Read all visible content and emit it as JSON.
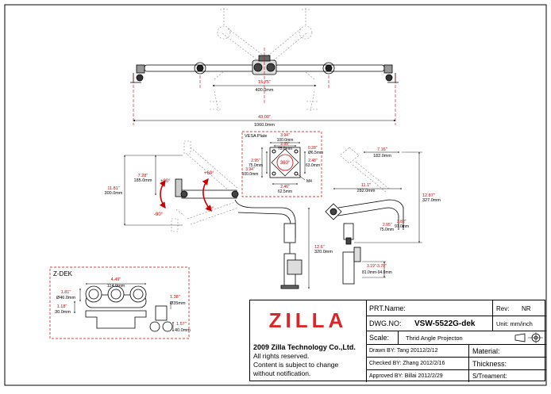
{
  "top_view": {
    "dims": [
      {
        "inch": "15.75\"",
        "mm": "400.0mm"
      },
      {
        "inch": "43.00\"",
        "mm": "1060.0mm"
      }
    ]
  },
  "vesa": {
    "title": "VESA Plate",
    "angle": "360°",
    "dims": {
      "d1": {
        "inch": "3.94\"",
        "mm": "100.0mm"
      },
      "d2": {
        "inch": "2.95\"",
        "mm": "75.0mm"
      },
      "d3": {
        "inch": "0.28\"",
        "mm": "Ø6.5mm"
      },
      "d4": {
        "inch": "2.95\"",
        "mm": "75.0mm"
      },
      "d5": {
        "inch": "3.94\"",
        "mm": "100.0mm"
      },
      "d6": {
        "inch": "2.48\"",
        "mm": "63.0mm"
      },
      "d7": {
        "inch": "2.46\"",
        "mm": "62.5mm"
      }
    },
    "screw": "M4"
  },
  "side_view": {
    "dims": {
      "arm_h": {
        "inch": "7.28\"",
        "mm": "185.0mm"
      },
      "total_h": {
        "inch": "11.81\"",
        "mm": "300.0mm"
      },
      "pole": {
        "inch": "12.6\"",
        "mm": "320.0mm"
      }
    },
    "angles": [
      "+90°",
      "-90°",
      "+60°",
      "-30°"
    ]
  },
  "right_view": {
    "dims": {
      "top": {
        "inch": "7.16\"",
        "mm": "182.0mm"
      },
      "reach": {
        "inch": "11.1\"",
        "mm": "282.0mm"
      },
      "height": {
        "inch": "12.87\"",
        "mm": "327.0mm"
      },
      "d4": {
        "inch": "2.95\"",
        "mm": "75.0mm"
      },
      "d5": {
        "inch": "3.82\"",
        "mm": "97.0mm"
      },
      "clamp": {
        "inch": "3.19\"-3.70\"",
        "mm": "81.0mm-94.0mm"
      }
    }
  },
  "zdek": {
    "title": "Z-DEK",
    "dims": {
      "a": {
        "inch": "4.49\"",
        "mm": "114.0mm"
      },
      "b": {
        "inch": "1.81\"",
        "mm": "Ø46.0mm"
      },
      "c": {
        "inch": "1.18\"",
        "mm": "30.0mm"
      },
      "d": {
        "inch": "1.38\"",
        "mm": "Ø35mm"
      },
      "e": {
        "inch": "1.57\"",
        "mm": "40.0mm"
      }
    }
  },
  "title_block": {
    "logo": "ZILLA",
    "company": "2009 Zilla Technology Co.,Ltd.",
    "notes": [
      "All rights reserved.",
      "Content is subject to change",
      "without notification."
    ],
    "prt_label": "PRT.Name:",
    "rev_label": "Rev:",
    "rev_value": "NR",
    "dwg_label": "DWG.NO:",
    "dwg_value": "VSW-5522G-dek",
    "unit": "Unit: mm/inch",
    "scale_label": "Scale:",
    "projection": "Thrid Angle Projecton",
    "drawn": "Drawn BY: Tang  20112/2/12",
    "checked": "Checked BY: Zhang  2012/2/16",
    "approved": "Approved BY: Billai  2012/2/29",
    "material": "Material:",
    "thickness": "Thickness:",
    "treatment": "S/Treament:"
  }
}
